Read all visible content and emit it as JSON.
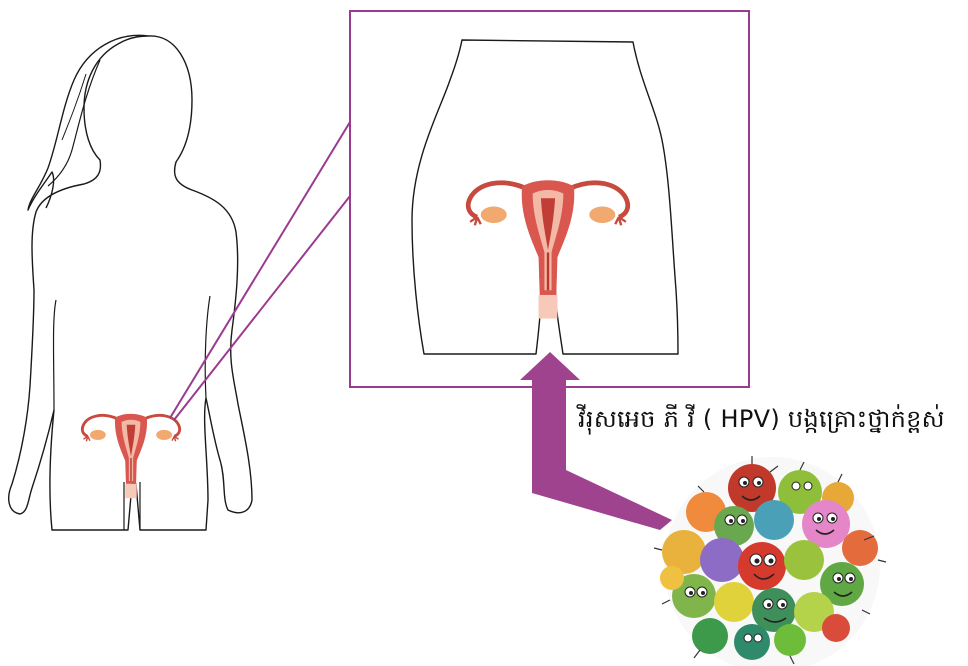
{
  "caption": "វីរុសអេច ភី វី ( HPV) បង្កគ្រោះថ្នាក់ខ្ពស់",
  "colors": {
    "accent": "#9b3b8f",
    "arrow": "#a0438f",
    "uterus": "#d9574f",
    "uterus_light": "#f4b8a6",
    "ovary": "#f2a970",
    "outline": "#1a1a1a"
  },
  "icons": {
    "body": "female-body-outline",
    "hips": "hips-outline",
    "uterus": "uterus-icon",
    "virus": "virus-cluster-icon",
    "arrow": "bent-arrow-icon"
  }
}
